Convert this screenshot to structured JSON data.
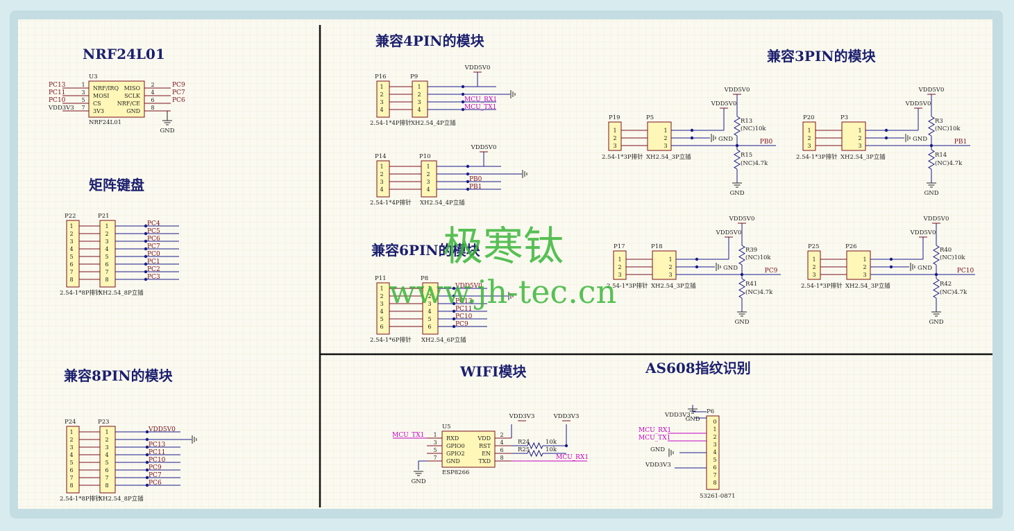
{
  "titles": {
    "nrf": "NRF24L01",
    "keypad": "矩阵键盘",
    "pin8": "兼容8PIN的模块",
    "pin4": "兼容4PIN的模块",
    "pin6": "兼容6PIN的模块",
    "pin3": "兼容3PIN的模块",
    "wifi": "WIFI模块",
    "as608": "AS608指纹识别"
  },
  "watermark": {
    "cn": "极寒钛",
    "url": "www.jh-tec.cn"
  },
  "nets": {
    "vdd5": "VDD5V0",
    "vdd33": "VDD3V3",
    "gnd": "GND",
    "rx": "MCU_RX1",
    "tx": "MCU_TX1"
  },
  "nrf": {
    "ref": "U3",
    "part": "NRF24L01",
    "left": [
      {
        "net": "PC13",
        "pin": "1",
        "sig": "NRF/IRQ"
      },
      {
        "net": "PC11",
        "pin": "3",
        "sig": "MOSI"
      },
      {
        "net": "PC10",
        "pin": "5",
        "sig": "CS"
      },
      {
        "net": "VDD3V3",
        "pin": "7",
        "sig": "3V3"
      }
    ],
    "right": [
      {
        "net": "PC9",
        "pin": "2",
        "sig": "MISO"
      },
      {
        "net": "PC7",
        "pin": "4",
        "sig": "SCLK"
      },
      {
        "net": "PC6",
        "pin": "6",
        "sig": "NRF/CE"
      },
      {
        "net": "",
        "pin": "8",
        "sig": "GND"
      }
    ]
  },
  "keypad": {
    "p1": "P22",
    "p2": "P21",
    "d1": "2.54-1*8P排针",
    "d2": "XH2.54_8P立插",
    "nets": [
      "PC4",
      "PC5",
      "PC6",
      "PC7",
      "PC0",
      "PC1",
      "PC2",
      "PC3"
    ]
  },
  "pin8": {
    "p1": "P24",
    "p2": "P23",
    "d1": "2.54-1*8P排针",
    "d2": "XH2.54_8P立插",
    "nets": [
      "VDD5V0",
      "",
      "PC13",
      "PC11",
      "PC10",
      "PC9",
      "PC7",
      "PC6"
    ]
  },
  "pin4a": {
    "p1": "P16",
    "p2": "P9",
    "d1": "2.54-1*4P排针",
    "d2": "XH2.54_4P立插",
    "nets": [
      "",
      "",
      "MCU_RX1",
      "MCU_TX1"
    ]
  },
  "pin4b": {
    "p1": "P14",
    "p2": "P10",
    "d1": "2.54-1*4P排针",
    "d2": "XH2.54_4P立插",
    "nets": [
      "",
      "",
      "PB0",
      "PB1"
    ]
  },
  "pin6": {
    "p1": "P11",
    "p2": "P8",
    "d1": "2.54-1*6P排针",
    "d2": "XH2.54_6P立插",
    "nets": [
      "VDD5V0",
      "",
      "PC13",
      "PC11",
      "PC10",
      "PC9"
    ]
  },
  "pin3": [
    {
      "p1": "P19",
      "p2": "P5",
      "ra": "R13",
      "rb": "R15",
      "va": "(NC)10k",
      "vb": "(NC)4.7k",
      "out": "PB0"
    },
    {
      "p1": "P20",
      "p2": "P3",
      "ra": "R3",
      "rb": "R14",
      "va": "(NC)10k",
      "vb": "(NC)4.7k",
      "out": "PB1"
    },
    {
      "p1": "P17",
      "p2": "P18",
      "ra": "R39",
      "rb": "R41",
      "va": "(NC)10k",
      "vb": "(NC)4.7k",
      "out": "PC9"
    },
    {
      "p1": "P25",
      "p2": "P26",
      "ra": "R40",
      "rb": "R42",
      "va": "(NC)10k",
      "vb": "(NC)4.7k",
      "out": "PC10"
    }
  ],
  "pin3desc": {
    "d1": "2.54-1*3P排针",
    "d2": "XH2.54_3P立插"
  },
  "wifi": {
    "ref": "U5",
    "part": "ESP8266",
    "r1": "R24",
    "r2": "R25",
    "rv": "10k",
    "left": [
      {
        "pin": "1",
        "sig": "RXD"
      },
      {
        "pin": "3",
        "sig": "GPIO0"
      },
      {
        "pin": "5",
        "sig": "GPIO2"
      },
      {
        "pin": "7",
        "sig": "GND"
      }
    ],
    "right": [
      {
        "pin": "2",
        "sig": "VDD"
      },
      {
        "pin": "4",
        "sig": "RST"
      },
      {
        "pin": "6",
        "sig": "EN"
      },
      {
        "pin": "8",
        "sig": "TXD"
      }
    ]
  },
  "as608": {
    "ref": "P6",
    "part": "53261-0871",
    "pins": [
      "0",
      "1",
      "2",
      "3",
      "4",
      "5",
      "6",
      "7",
      "8"
    ],
    "nets": [
      "VDD3V3",
      "MCU_RX1",
      "MCU_TX1",
      "GND",
      "VDD3V3"
    ]
  }
}
